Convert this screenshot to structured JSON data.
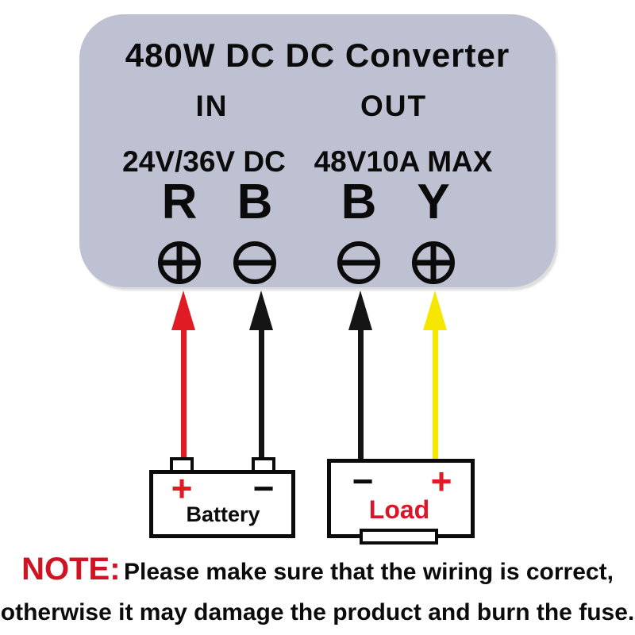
{
  "converter": {
    "title": "480W DC DC Converter",
    "in_label": "IN",
    "out_label": "OUT",
    "in_spec": "24V/36V DC",
    "out_spec": "48V10A MAX",
    "terminals": [
      {
        "label": "R",
        "screw_type": "phillips",
        "wire": "red"
      },
      {
        "label": "B",
        "screw_type": "flat",
        "wire": "black"
      },
      {
        "label": "B",
        "screw_type": "flat",
        "wire": "black"
      },
      {
        "label": "Y",
        "screw_type": "phillips",
        "wire": "yellow"
      }
    ],
    "panel_color": "#bdc1d2"
  },
  "wires": {
    "battery_positive_color": "#e01b24",
    "battery_negative_color": "#151515",
    "load_negative_color": "#151515",
    "load_positive_color": "#f7e700"
  },
  "battery": {
    "label": "Battery",
    "plus": "+",
    "minus": "−"
  },
  "load": {
    "label": "Load",
    "plus": "+",
    "minus": "−"
  },
  "note": {
    "prefix": "NOTE:",
    "line1": "Please make sure that the wiring is correct,",
    "line2": "otherwise it may damage the product and burn the fuse.",
    "prefix_color": "#cf1322"
  }
}
